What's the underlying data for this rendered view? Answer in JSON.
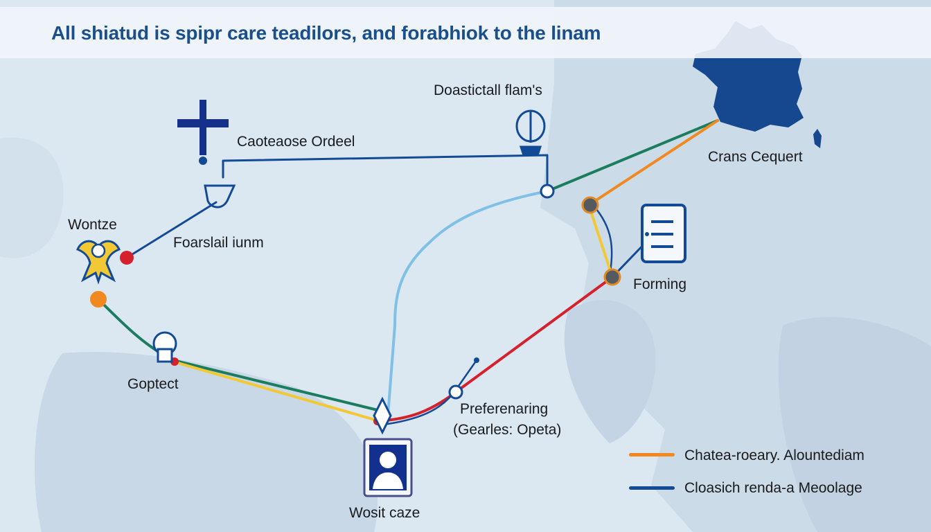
{
  "title": "All shiatud is spipr care teadilors, and forabhiok to the linam",
  "labels": {
    "top_center": "Doastictall flam's",
    "cross_node": "Caoteaose Ordeel",
    "left_node": "Wontze",
    "left_link": "Foarslail iunm",
    "france": "Crans Cequert",
    "document": "Forming",
    "bottom_left": "Goptect",
    "middle_line1": "Preferenaring",
    "middle_line2": "(Gearles: Opeta)",
    "person": "Wosit caze"
  },
  "legend": [
    {
      "label": "Chatea-roeary. Alountediam",
      "color": "#f0891f"
    },
    {
      "label": "Cloasich renda-a Meoolage",
      "color": "#124a96"
    }
  ],
  "colors": {
    "navy": "#124a96",
    "green": "#1c7d5e",
    "orange": "#f0891f",
    "yellow": "#f2c935",
    "red": "#d5202e",
    "light_blue": "#7fc0e6",
    "map_land": "#cddbe8",
    "france_fill": "#15488f"
  }
}
